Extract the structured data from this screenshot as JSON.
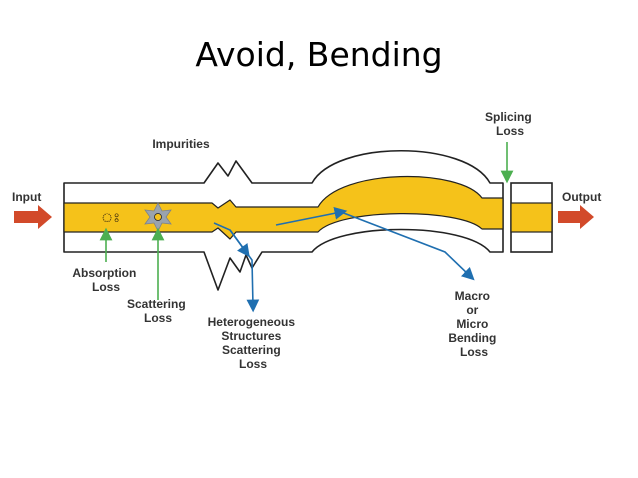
{
  "slide": {
    "title": "Avoid, Bending"
  },
  "labels": {
    "input": "Input",
    "output": "Output",
    "impurities": "Impurities",
    "splicing": [
      "Splicing",
      "Loss"
    ],
    "absorption": [
      "Absorption",
      "Loss"
    ],
    "scattering": [
      "Scattering",
      "Loss"
    ],
    "heterogeneous": [
      "Heterogeneous",
      "Structures",
      "Scattering",
      "Loss"
    ],
    "bending": [
      "Macro",
      "or",
      "Micro",
      "Bending",
      "Loss"
    ]
  },
  "colors": {
    "core": "#f5c21a",
    "cladding_stroke": "#222222",
    "red_arrow": "#d24a2a",
    "green_arrow": "#4caf50",
    "blue_arrow": "#1f6fb0",
    "scatter_star": "#9aa3ad"
  }
}
